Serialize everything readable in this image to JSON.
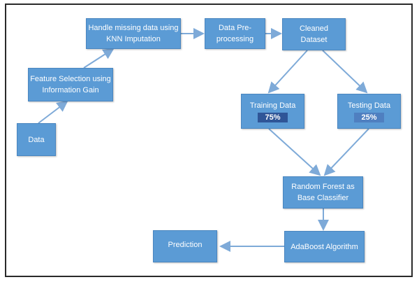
{
  "diagram": {
    "nodes": {
      "data": {
        "label": "Data"
      },
      "feature_selection": {
        "label": "Feature Selection using\nInformation Gain"
      },
      "knn": {
        "label": "Handle missing data using\nKNN Imputation"
      },
      "preprocessing": {
        "label": "Data Pre-\nprocessing"
      },
      "cleaned": {
        "label": "Cleaned\nDataset"
      },
      "training": {
        "label": "Training Data",
        "percent": "75%"
      },
      "testing": {
        "label": "Testing Data",
        "percent": "25%"
      },
      "random_forest": {
        "label": "Random Forest as\nBase Classifier"
      },
      "adaboost": {
        "label": "AdaBoost Algorithm"
      },
      "prediction": {
        "label": "Prediction"
      }
    },
    "edges": [
      [
        "data",
        "feature_selection"
      ],
      [
        "feature_selection",
        "knn"
      ],
      [
        "knn",
        "preprocessing"
      ],
      [
        "preprocessing",
        "cleaned"
      ],
      [
        "cleaned",
        "training"
      ],
      [
        "cleaned",
        "testing"
      ],
      [
        "training",
        "random_forest"
      ],
      [
        "testing",
        "random_forest"
      ],
      [
        "random_forest",
        "adaboost"
      ],
      [
        "adaboost",
        "prediction"
      ]
    ],
    "colors": {
      "box": "#5b9bd5",
      "arrow": "#7eaad8",
      "percent_badge": "#2f5597"
    }
  }
}
